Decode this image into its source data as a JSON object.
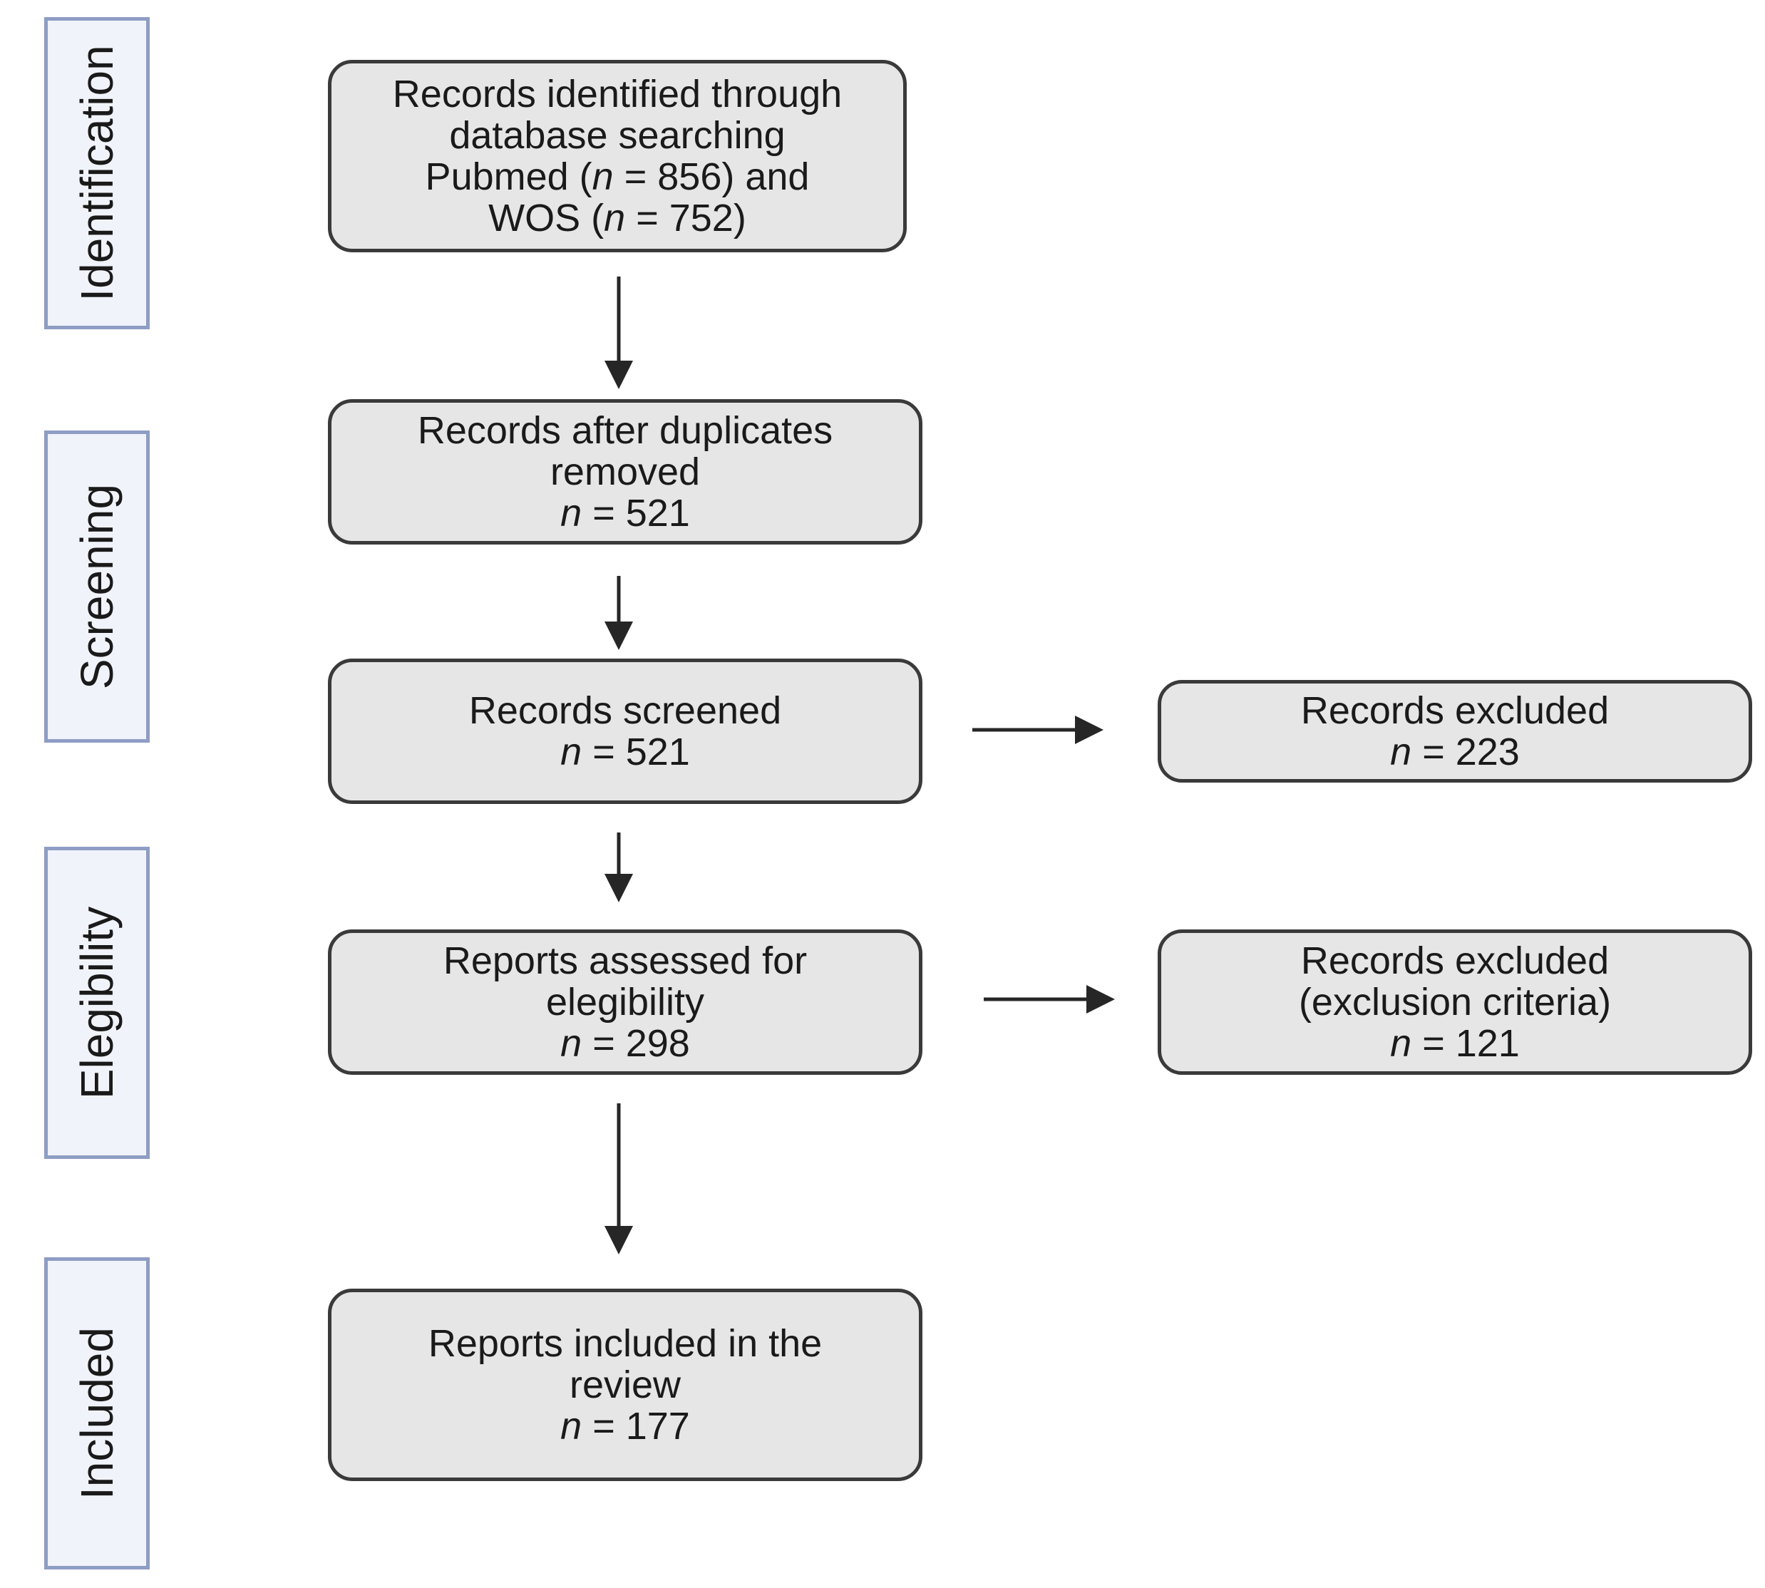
{
  "stages": [
    {
      "label": "Identification"
    },
    {
      "label": "Screening"
    },
    {
      "label": "Elegibility"
    },
    {
      "label": "Included"
    }
  ],
  "boxes": {
    "identified": {
      "line1": "Records identified through",
      "line2": "database searching",
      "pubmed_label": "Pubmed (",
      "pubmed_n": "n",
      "pubmed_value": " = 856) and",
      "wos_label": "WOS (",
      "wos_n": "n",
      "wos_value": " = 752)"
    },
    "duplicates_removed": {
      "line1": "Records after duplicates",
      "line2": "removed",
      "n_label": "n",
      "n_value": " = 521"
    },
    "screened": {
      "line1": "Records screened",
      "n_label": "n",
      "n_value": " = 521"
    },
    "excluded_screening": {
      "line1": "Records excluded",
      "n_label": "n",
      "n_value": " = 223"
    },
    "assessed": {
      "line1": "Reports assessed for",
      "line2": "elegibility",
      "n_label": "n",
      "n_value": " = 298"
    },
    "excluded_eligibility": {
      "line1": "Records excluded",
      "line2": "(exclusion criteria)",
      "n_label": "n",
      "n_value": " = 121"
    },
    "included": {
      "line1": "Reports included in the",
      "line2": "review",
      "n_label": "n",
      "n_value": " = 177"
    }
  },
  "colors": {
    "box_fill": "#e6e6e6",
    "box_border": "#3a3a3a",
    "stage_fill": "#f1f3fa",
    "stage_border": "#8e9dc4",
    "arrow": "#262626"
  }
}
